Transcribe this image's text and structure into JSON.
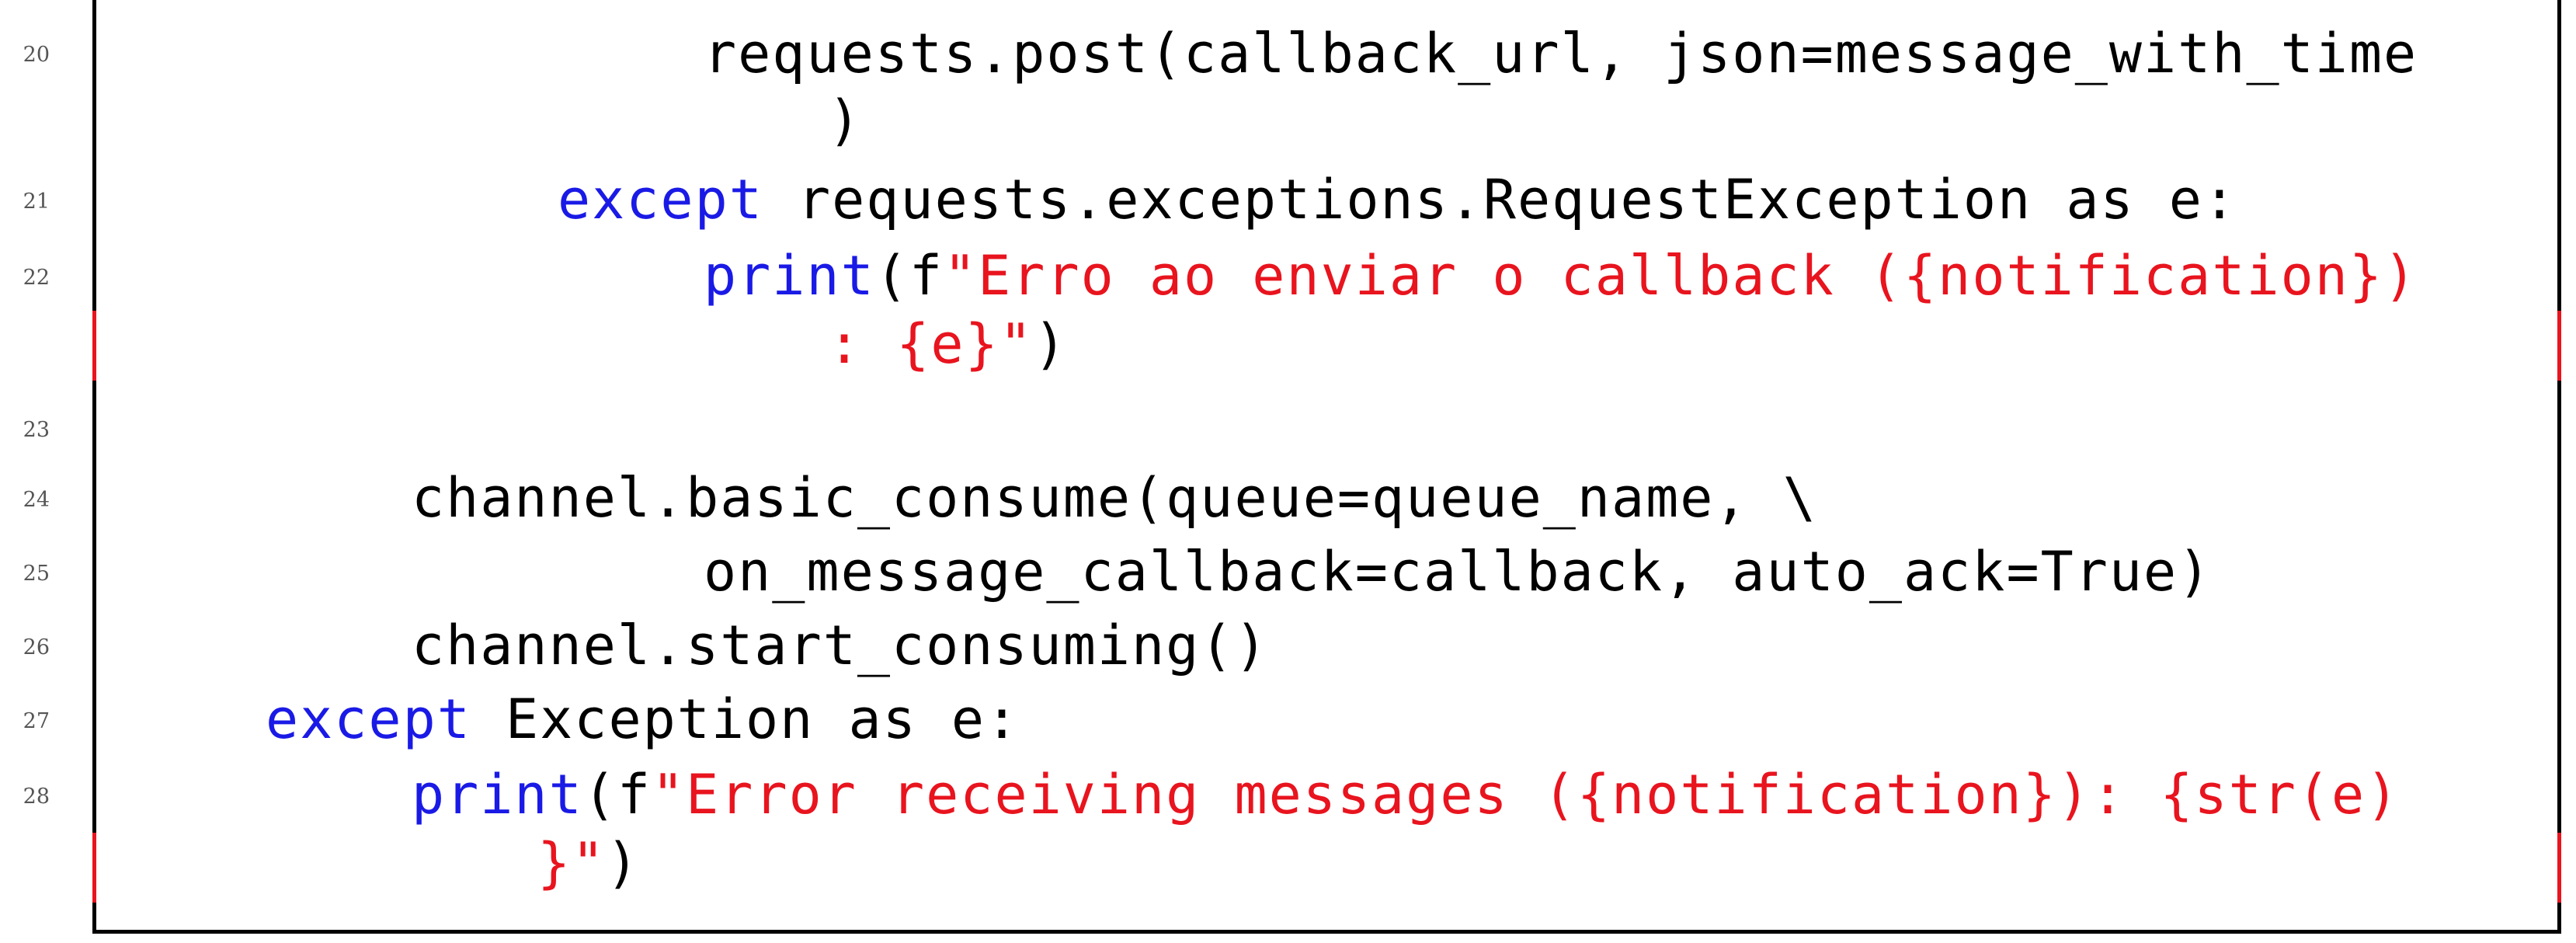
{
  "colors": {
    "keyword": "#1a1ae6",
    "string": "#e8141e",
    "text": "#000000",
    "frame": "#000000",
    "line_number": "#555555"
  },
  "lines": [
    {
      "number": "20",
      "segments": [
        {
          "text": "requests.post(callback_url, json=message_with_time",
          "type": "plain"
        }
      ],
      "continuation": [
        {
          "text": ")",
          "type": "plain"
        }
      ]
    },
    {
      "number": "21",
      "segments": [
        {
          "text": "except",
          "type": "keyword"
        },
        {
          "text": " requests.exceptions.RequestException as e:",
          "type": "plain"
        }
      ]
    },
    {
      "number": "22",
      "segments": [
        {
          "text": "print",
          "type": "keyword"
        },
        {
          "text": "(f",
          "type": "plain"
        },
        {
          "text": "\"Erro ao enviar o callback ({notification})",
          "type": "string"
        }
      ],
      "continuation": [
        {
          "text": ": {e}\"",
          "type": "string"
        },
        {
          "text": ")",
          "type": "plain"
        }
      ]
    },
    {
      "number": "23",
      "segments": []
    },
    {
      "number": "24",
      "segments": [
        {
          "text": "channel.basic_consume(queue=queue_name, \\",
          "type": "plain"
        }
      ]
    },
    {
      "number": "25",
      "segments": [
        {
          "text": "on_message_callback=callback, auto_ack=True)",
          "type": "plain"
        }
      ]
    },
    {
      "number": "26",
      "segments": [
        {
          "text": "channel.start_consuming()",
          "type": "plain"
        }
      ]
    },
    {
      "number": "27",
      "segments": [
        {
          "text": "except",
          "type": "keyword"
        },
        {
          "text": " Exception as e:",
          "type": "plain"
        }
      ]
    },
    {
      "number": "28",
      "segments": [
        {
          "text": "print",
          "type": "keyword"
        },
        {
          "text": "(f",
          "type": "plain"
        },
        {
          "text": "\"Error receiving messages ({notification}): {str(e)",
          "type": "string"
        }
      ],
      "continuation": [
        {
          "text": "}\"",
          "type": "string"
        },
        {
          "text": ")",
          "type": "plain"
        }
      ]
    }
  ]
}
